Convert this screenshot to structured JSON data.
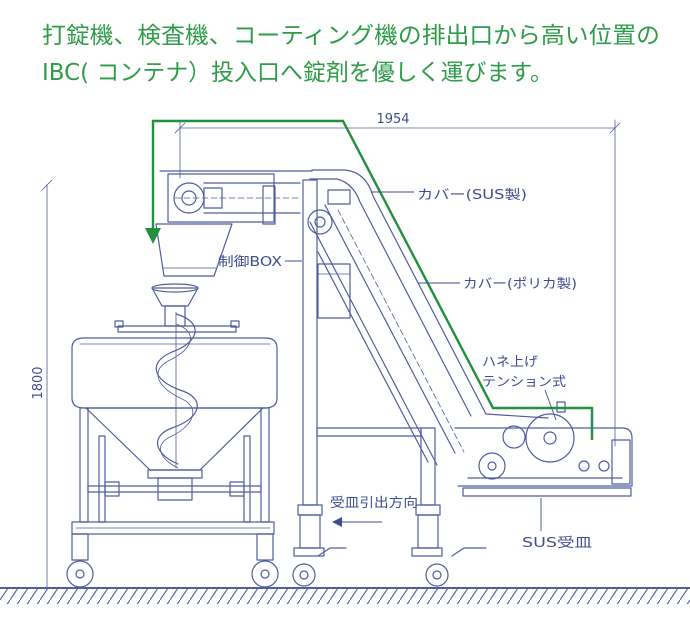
{
  "title": {
    "line1": "打錠機、検査機、コーティング機の排出口から高い位置の",
    "line2": "IBC( コンテナ）投入口へ錠剤を優しく運びます。"
  },
  "dimensions": {
    "width": "1954",
    "height": "1800"
  },
  "labels": {
    "cover_sus": "カバー(SUS製)",
    "cover_polycarbonate": "カバー(ポリカ製)",
    "control_box": "制御BOX",
    "tension_line1": "ハネ上げ",
    "tension_line2": "テンション式",
    "tray_direction": "受皿引出方向",
    "sus_tray": "SUS受皿"
  },
  "colors": {
    "title": "#2e9c48",
    "drawing": "#4f5e9e",
    "label": "#3f4d92",
    "flow": "#21903f"
  }
}
